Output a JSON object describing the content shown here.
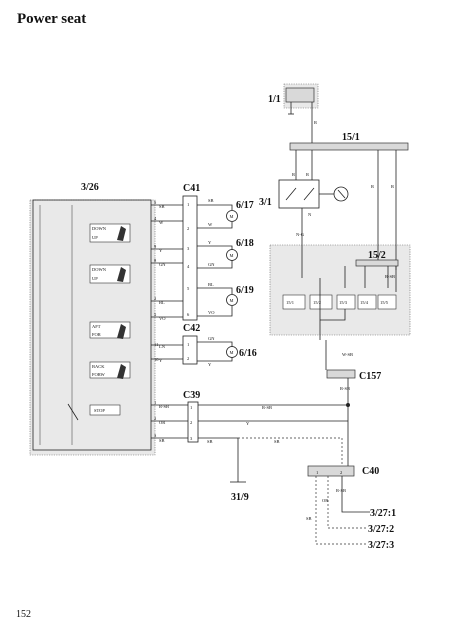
{
  "header": {
    "title": "Power seat",
    "page_number": "152"
  },
  "components": {
    "c1_1": "1/1",
    "c15_1": "15/1",
    "c3_1": "3/1",
    "c15_2": "15/2",
    "c3_26": "3/26",
    "c41": "C41",
    "c42": "C42",
    "c39": "C39",
    "c157": "C157",
    "c40": "C40",
    "m6_17": "6/17",
    "m6_18": "6/18",
    "m6_19": "6/19",
    "m6_16": "6/16",
    "g31_9": "31/9",
    "c3_27_1": "3/27:1",
    "c3_27_2": "3/27:2",
    "c3_27_3": "3/27:3"
  },
  "switch_labels": {
    "down": "DOWN",
    "up": "UP",
    "down2": "DOWN",
    "up2": "UP",
    "aft": "AFT",
    "for": "FOR",
    "back": "BACK",
    "forw": "FORW",
    "stop": "STOP"
  },
  "wires": {
    "sb1": "SB",
    "w1": "W",
    "y1": "Y",
    "gn1": "GN",
    "bl1": "BL",
    "vo1": "VO",
    "sb2": "SB",
    "w2": "W",
    "y2": "Y",
    "gn2": "GN",
    "bl2": "BL",
    "vo2": "VO",
    "ln1": "LN",
    "y3": "Y",
    "gn3": "GN",
    "y4": "Y",
    "r_sb": "R-SB",
    "or": "OR",
    "sb3": "SB",
    "sb4": "SB",
    "sb5": "SB",
    "r1": "R",
    "r2": "R",
    "r3": "R",
    "r4": "R",
    "r5": "R",
    "n1": "N",
    "ng": "N-G",
    "r_sb2": "R-SB",
    "w_sb": "W-SB",
    "r_sb3": "R-SB",
    "or2": "OR",
    "sb6": "SB"
  },
  "pins": {
    "p5": "5",
    "p4": "4",
    "p9": "9",
    "p8": "8",
    "p2": "2",
    "p5b": "5",
    "p11": "11",
    "p10": "10",
    "p1": "1",
    "p2b": "2",
    "p3": "3",
    "c41_1": "1",
    "c41_2": "2",
    "c41_3": "3",
    "c41_4": "4",
    "c41_5": "5",
    "c41_6": "6",
    "c42_1": "1",
    "c42_2": "2",
    "c39_1": "1",
    "c39_2": "2",
    "c39_3": "3",
    "c40_1": "1",
    "c40_2": "2",
    "r15_1": "15/1",
    "r15_2": "15/2",
    "r15_3": "15/3",
    "r15_4": "15/4",
    "r15_5": "15/5"
  }
}
